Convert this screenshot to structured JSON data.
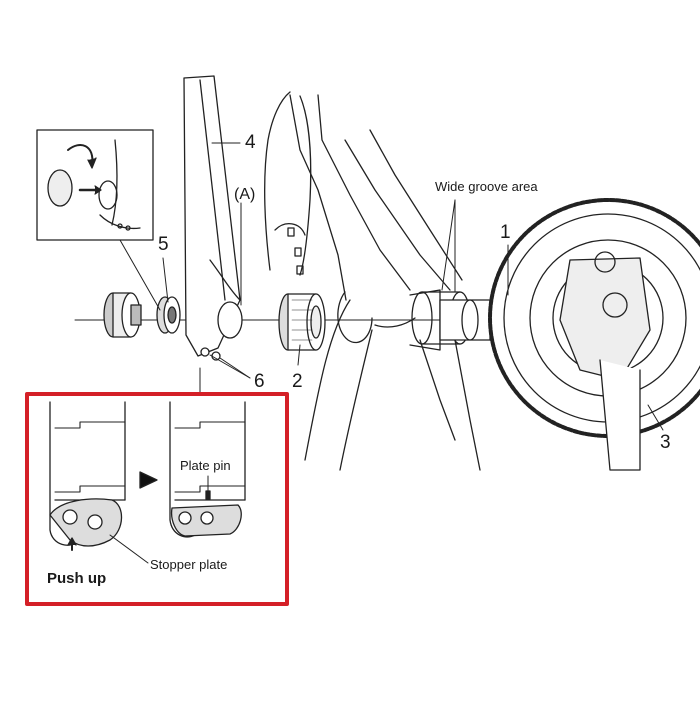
{
  "diagram": {
    "callouts": {
      "part_1": "1",
      "part_2": "2",
      "part_3": "3",
      "part_4": "4",
      "part_5": "5",
      "part_6": "6",
      "point_a": "(A)",
      "wide_groove_area": "Wide groove area"
    },
    "detail_box": {
      "plate_pin": "Plate pin",
      "stopper_plate": "Stopper plate",
      "push_up": "Push up",
      "border_color": "#d42027"
    }
  }
}
